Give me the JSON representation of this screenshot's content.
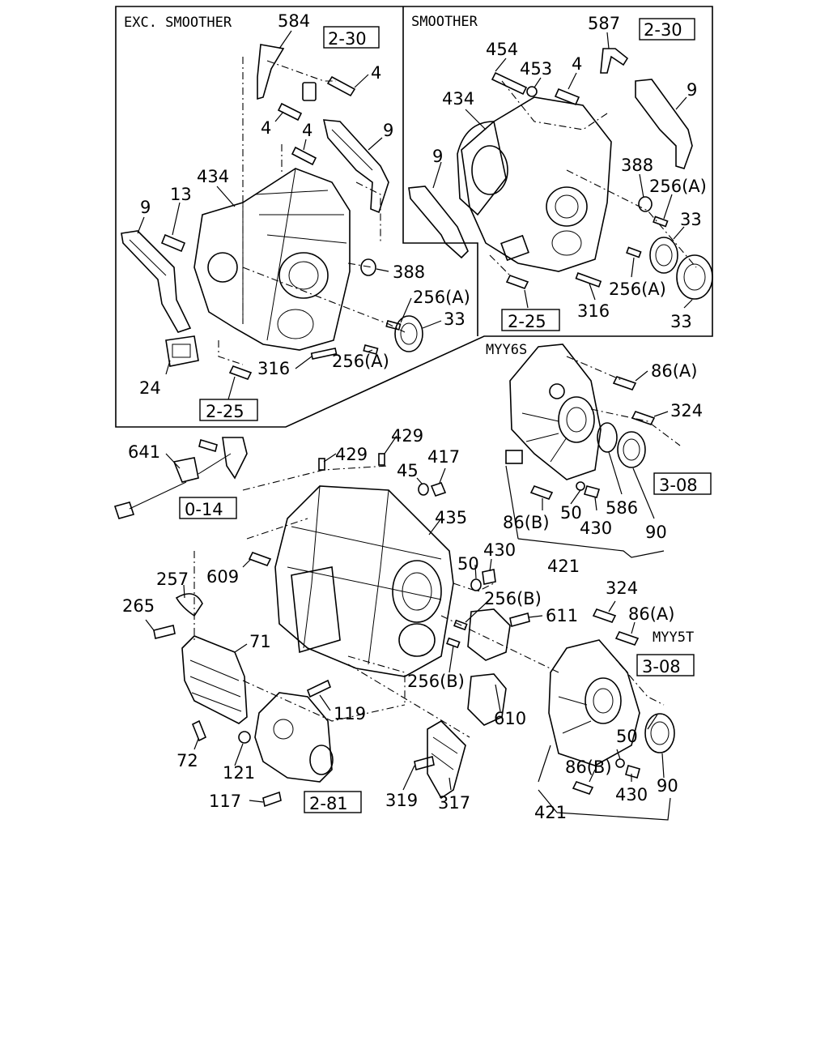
{
  "panels": {
    "exc_smoother": "EXC. SMOOTHER",
    "smoother": "SMOOTHER",
    "myy6s": "MYY6S",
    "myy5t": "MYY5T"
  },
  "callouts": [
    {
      "id": "584a",
      "text": "584"
    },
    {
      "id": "4a",
      "text": "4"
    },
    {
      "id": "4b",
      "text": "4"
    },
    {
      "id": "4c",
      "text": "4"
    },
    {
      "id": "9a",
      "text": "9"
    },
    {
      "id": "434a",
      "text": "434"
    },
    {
      "id": "13a",
      "text": "13"
    },
    {
      "id": "9b",
      "text": "9"
    },
    {
      "id": "388a",
      "text": "388"
    },
    {
      "id": "256Aa",
      "text": "256(A)"
    },
    {
      "id": "33a",
      "text": "33"
    },
    {
      "id": "256Ab",
      "text": "256(A)"
    },
    {
      "id": "316a",
      "text": "316"
    },
    {
      "id": "24a",
      "text": "24"
    },
    {
      "id": "587a",
      "text": "587"
    },
    {
      "id": "454a",
      "text": "454"
    },
    {
      "id": "453a",
      "text": "453"
    },
    {
      "id": "4d",
      "text": "4"
    },
    {
      "id": "434b",
      "text": "434"
    },
    {
      "id": "9c",
      "text": "9"
    },
    {
      "id": "9d",
      "text": "9"
    },
    {
      "id": "388b",
      "text": "388"
    },
    {
      "id": "256Ac",
      "text": "256(A)"
    },
    {
      "id": "33b",
      "text": "33"
    },
    {
      "id": "256Ad",
      "text": "256(A)"
    },
    {
      "id": "316b",
      "text": "316"
    },
    {
      "id": "33c",
      "text": "33"
    },
    {
      "id": "86Aa",
      "text": "86(A)"
    },
    {
      "id": "324a",
      "text": "324"
    },
    {
      "id": "86Ba",
      "text": "86(B)"
    },
    {
      "id": "50a",
      "text": "50"
    },
    {
      "id": "430a",
      "text": "430"
    },
    {
      "id": "586a",
      "text": "586"
    },
    {
      "id": "90a",
      "text": "90"
    },
    {
      "id": "421a",
      "text": "421"
    },
    {
      "id": "641a",
      "text": "641"
    },
    {
      "id": "429a",
      "text": "429"
    },
    {
      "id": "429b",
      "text": "429"
    },
    {
      "id": "45a",
      "text": "45"
    },
    {
      "id": "417a",
      "text": "417"
    },
    {
      "id": "435a",
      "text": "435"
    },
    {
      "id": "609a",
      "text": "609"
    },
    {
      "id": "50b",
      "text": "50"
    },
    {
      "id": "430b",
      "text": "430"
    },
    {
      "id": "257a",
      "text": "257"
    },
    {
      "id": "265a",
      "text": "265"
    },
    {
      "id": "256Ba",
      "text": "256(B)"
    },
    {
      "id": "611a",
      "text": "611"
    },
    {
      "id": "71a",
      "text": "71"
    },
    {
      "id": "256Bb",
      "text": "256(B)"
    },
    {
      "id": "119a",
      "text": "119"
    },
    {
      "id": "610a",
      "text": "610"
    },
    {
      "id": "72a",
      "text": "72"
    },
    {
      "id": "121a",
      "text": "121"
    },
    {
      "id": "117a",
      "text": "117"
    },
    {
      "id": "319a",
      "text": "319"
    },
    {
      "id": "317a",
      "text": "317"
    },
    {
      "id": "324b",
      "text": "324"
    },
    {
      "id": "86Ab",
      "text": "86(A)"
    },
    {
      "id": "50c",
      "text": "50"
    },
    {
      "id": "86Bb",
      "text": "86(B)"
    },
    {
      "id": "430c",
      "text": "430"
    },
    {
      "id": "90b",
      "text": "90"
    },
    {
      "id": "421b",
      "text": "421"
    }
  ],
  "references": [
    {
      "id": "r230a",
      "text": "2-30"
    },
    {
      "id": "r230b",
      "text": "2-30"
    },
    {
      "id": "r225a",
      "text": "2-25"
    },
    {
      "id": "r225b",
      "text": "2-25"
    },
    {
      "id": "r308a",
      "text": "3-08"
    },
    {
      "id": "r014",
      "text": "0-14"
    },
    {
      "id": "r281",
      "text": "2-81"
    },
    {
      "id": "r308b",
      "text": "3-08"
    }
  ]
}
